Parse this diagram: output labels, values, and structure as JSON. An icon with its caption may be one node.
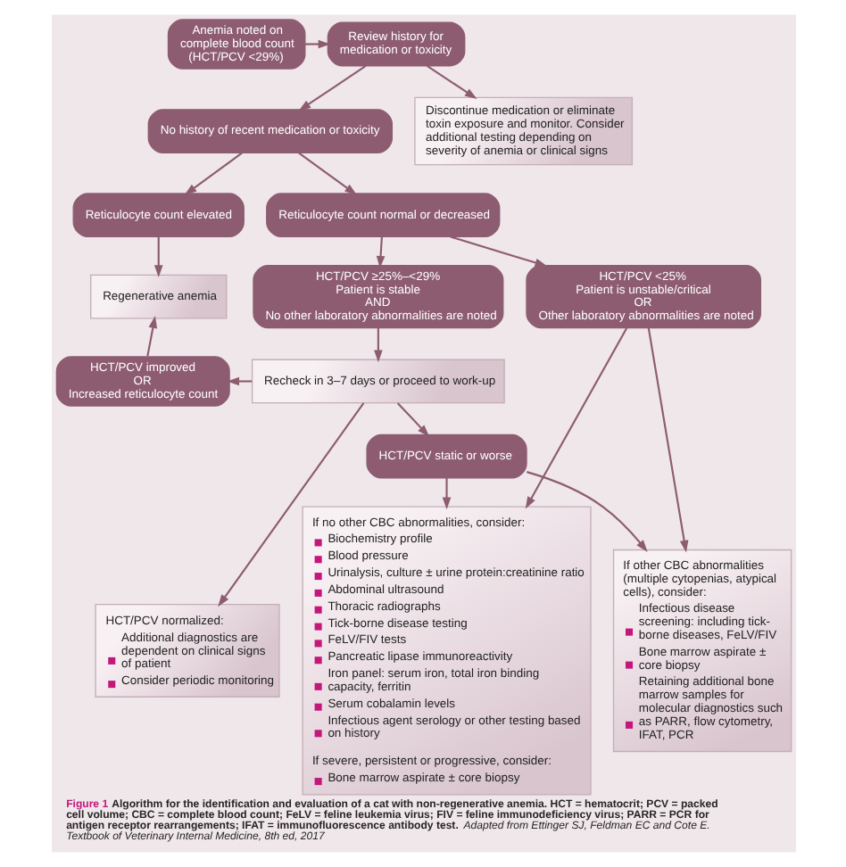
{
  "diagram": {
    "caption": "**Figure 1** **Algorithm for the identification and evaluation of a cat with non-regenerative anemia. HCT = hematocrit; PCV = packed cell volume; CBC = complete blood count; FeLV = feline leukemia virus; FIV = feline immunodeficiency virus; PARR = PCR for antigen receptor rearrangements; IFAT = immunofluorescence antibody test.** *Adapted from Ettinger SJ, Feldman EC and Cote E. Textbook of Veterinary Internal Medicine, 8th ed, 2017*",
    "nodes": [
      {
        "text": [
          "Anemia noted on complete blood count (HCT/PCV <29%)"
        ]
      },
      {
        "text": [
          "Review history for medication or toxicity"
        ]
      },
      {
        "text": [
          "Discontinue medication or eliminate toxin exposure and monitor. Consider additional testing depending on severity of anemia or clinical signs"
        ]
      },
      {
        "text": [
          "No history of recent medication or toxicity"
        ]
      },
      {
        "text": [
          "Reticulocyte count elevated"
        ]
      },
      {
        "text": [
          "Reticulocyte count normal or decreased"
        ]
      },
      {
        "text": [
          "Regenerative anemia"
        ]
      },
      {
        "text": [
          "HCT/PCV ≥25%–<29%",
          "Patient is stable",
          "AND",
          "No other laboratory abnormalities are noted"
        ]
      },
      {
        "text": [
          "HCT/PCV <25%",
          "Patient is unstable/critical",
          "OR",
          "Other laboratory abnormalities are noted"
        ]
      },
      {
        "text": [
          "HCT/PCV improved",
          "OR",
          "Increased reticulocyte count"
        ]
      },
      {
        "text": [
          "Recheck in 3–7 days or proceed to work-up"
        ]
      },
      {
        "text": [
          "HCT/PCV static or worse"
        ]
      },
      {
        "text": [
          "HCT/PCV normalized:",
          "Additional diagnostics are dependent on clinical signs of patient",
          "Consider periodic monitoring"
        ]
      },
      {
        "text": [
          "If no other CBC abnormalities, consider:",
          "Biochemistry profile",
          "Blood pressure",
          "Urinalysis, culture ± urine protein:creatinine ratio",
          "Abdominal ultrasound",
          "Thoracic radiographs",
          "Tick-borne disease testing",
          "FeLV/FIV tests",
          "Pancreatic lipase immunoreactivity",
          "Iron panel: serum iron, total iron binding capacity, ferritin",
          "Serum cobalamin levels",
          "Infectious agent serology or other testing based on history",
          "If severe, persistent or progressive, consider:",
          "Bone marrow aspirate ± core biopsy"
        ]
      },
      {
        "text": [
          "If other CBC abnormalities (multiple cytopenias, atypical cells), consider:",
          "Infectious disease screening: including tick-borne diseases, FeLV/FIV",
          "Bone marrow aspirate ± core biopsy",
          "Retaining additional bone marrow samples for molecular diagnostics such as PARR, flow cytometry, IFAT, PCR"
        ]
      }
    ],
    "edges": [
      {
        "from": 0,
        "to": 1,
        "arrow": "to"
      },
      {
        "from": 1,
        "to": 2,
        "arrow": "to"
      },
      {
        "from": 1,
        "to": 3,
        "arrow": "to"
      },
      {
        "from": 3,
        "to": 4,
        "arrow": "to"
      },
      {
        "from": 3,
        "to": 5,
        "arrow": "to"
      },
      {
        "from": 4,
        "to": 6,
        "arrow": "to"
      },
      {
        "from": 5,
        "to": 7,
        "arrow": "to"
      },
      {
        "from": 5,
        "to": 8,
        "arrow": "to"
      },
      {
        "from": 7,
        "to": 10,
        "arrow": "to"
      },
      {
        "from": 10,
        "to": 9,
        "arrow": "to"
      },
      {
        "from": 9,
        "to": 6,
        "arrow": "to"
      },
      {
        "from": 10,
        "to": 12,
        "arrow": "to"
      },
      {
        "from": 10,
        "to": 11,
        "arrow": "to"
      },
      {
        "from": 11,
        "to": 13,
        "arrow": "to"
      },
      {
        "from": 8,
        "to": 13,
        "arrow": "to"
      },
      {
        "from": 11,
        "to": 14,
        "arrow": "to"
      },
      {
        "from": 8,
        "to": 14,
        "arrow": "to"
      }
    ]
  }
}
